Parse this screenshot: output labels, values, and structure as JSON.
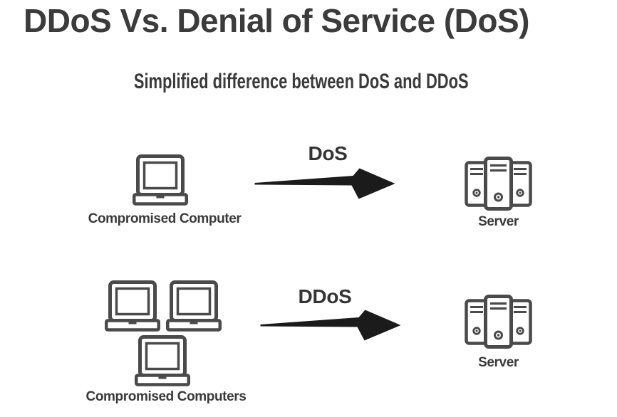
{
  "title": "DDoS Vs. Denial of Service (DoS)",
  "subtitle": "Simplified difference between DoS and DDoS",
  "colors": {
    "background": "#ffffff",
    "title_text": "#3b3b3b",
    "label_text": "#3a3a3a",
    "icon_stroke": "#4a4a4a",
    "arrow_fill": "#1b1b1b"
  },
  "icons": {
    "source": "laptop-icon",
    "target": "server-icon",
    "flow": "arrow-right-icon"
  },
  "rows": [
    {
      "id": "dos",
      "source_label": "Compromised Computer",
      "source_count": 1,
      "attack_label": "DoS",
      "target_label": "Server"
    },
    {
      "id": "ddos",
      "source_label": "Compromised Computers",
      "source_count": 3,
      "attack_label": "DDoS",
      "target_label": "Server"
    }
  ]
}
